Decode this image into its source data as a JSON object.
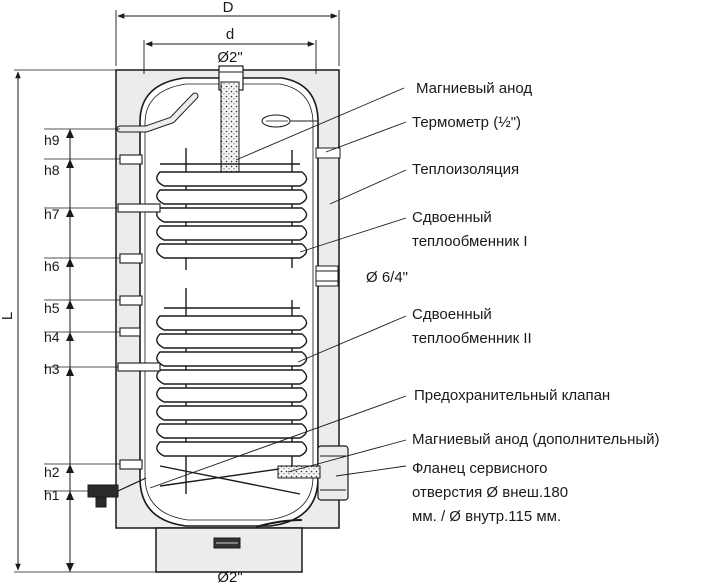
{
  "dimensions": {
    "D": "D",
    "d": "d",
    "top_connection": "Ø2\"",
    "bottom_connection": "Ø2\"",
    "L": "L",
    "side_connection": "Ø 6/4\""
  },
  "heights": [
    "h9",
    "h8",
    "h7",
    "h6",
    "h5",
    "h4",
    "h3",
    "h2",
    "h1"
  ],
  "callouts": {
    "anode": "Магниевый анод",
    "thermometer": "Термометр (½\")",
    "insulation": "Теплоизоляция",
    "exchanger1_line1": "Сдвоенный",
    "exchanger1_line2": "теплообменник I",
    "exchanger2_line1": "Сдвоенный",
    "exchanger2_line2": "теплообменник II",
    "safety_valve": "Предохранительный клапан",
    "anode_extra": "Магниевый анод (дополнительный)",
    "flange_line1": "Фланец сервисного",
    "flange_line2": "отверстия Ø внеш.180",
    "flange_line3": "мм. / Ø внутр.115 мм."
  },
  "colors": {
    "insulation": "#ececec",
    "line": "#1a1a1a",
    "tank_inner": "#ffffff"
  }
}
